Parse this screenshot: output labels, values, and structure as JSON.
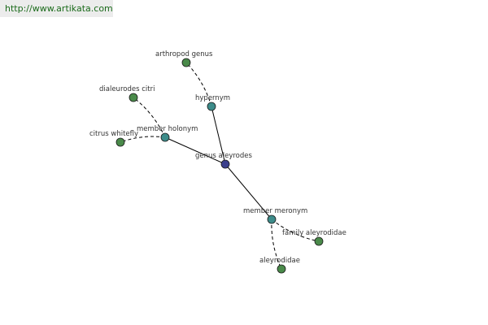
{
  "watermark": {
    "text": "http://www.artikata.com"
  },
  "colors": {
    "center": "#3b3f8c",
    "relation": "#3d8c8a",
    "leaf": "#4a8a4a",
    "edge": "#000000"
  },
  "graph": {
    "nodes": [
      {
        "id": "genus-aleyrodes",
        "label": "genus aleyrodes",
        "kind": "center"
      },
      {
        "id": "hypernym",
        "label": "hypernym",
        "kind": "relation"
      },
      {
        "id": "member-holonym",
        "label": "member holonym",
        "kind": "relation"
      },
      {
        "id": "member-meronym",
        "label": "member meronym",
        "kind": "relation"
      },
      {
        "id": "arthropod-genus",
        "label": "arthropod genus",
        "kind": "leaf"
      },
      {
        "id": "dialeurodes-citri",
        "label": "dialeurodes citri",
        "kind": "leaf"
      },
      {
        "id": "citrus-whitefly",
        "label": "citrus whitefly",
        "kind": "leaf"
      },
      {
        "id": "family-aleyrodidae",
        "label": "family aleyrodidae",
        "kind": "leaf"
      },
      {
        "id": "aleyrodidae",
        "label": "aleyrodidae",
        "kind": "leaf"
      }
    ],
    "edges": [
      {
        "from": "genus-aleyrodes",
        "to": "hypernym",
        "style": "solid"
      },
      {
        "from": "genus-aleyrodes",
        "to": "member-holonym",
        "style": "solid"
      },
      {
        "from": "genus-aleyrodes",
        "to": "member-meronym",
        "style": "solid"
      },
      {
        "from": "hypernym",
        "to": "arthropod-genus",
        "style": "dashed"
      },
      {
        "from": "member-holonym",
        "to": "dialeurodes-citri",
        "style": "dashed"
      },
      {
        "from": "member-holonym",
        "to": "citrus-whitefly",
        "style": "dashed"
      },
      {
        "from": "member-meronym",
        "to": "family-aleyrodidae",
        "style": "dashed"
      },
      {
        "from": "member-meronym",
        "to": "aleyrodidae",
        "style": "dashed"
      }
    ]
  }
}
